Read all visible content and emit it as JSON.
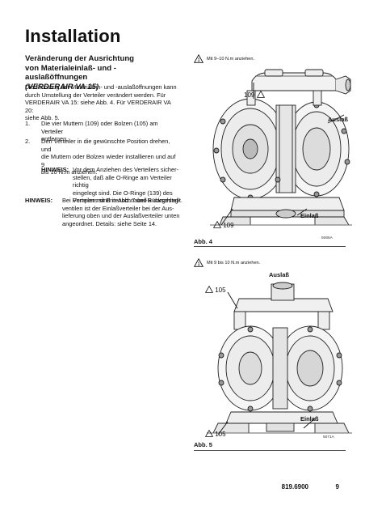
{
  "title": "Installation",
  "subhead": {
    "line1": "Veränderung der Ausrichtung",
    "line2": "von Materialeinlaß- und -auslaßöffnungen",
    "line3": "(VERDERAIR VA 15)"
  },
  "intro": {
    "line1": "Die Richtung der Materialein- und -auslaßöffnungen kann",
    "line2": "durch Umstellung der Verteiler verändert werden. Für",
    "line3": "VERDERAIR VA 15: siehe Abb. 4. Für VERDERAIR VA 20:",
    "line4": "siehe Abb. 5."
  },
  "steps": [
    {
      "num": "1.",
      "line1": "Die vier Muttern (109) oder Bolzen (105) am Verteiler",
      "line2": "entfernen."
    },
    {
      "num": "2.",
      "line1": "Den Verteiler in die gewünschte Position drehen, und",
      "line2": "die Muttern oder Bolzen wieder installieren und auf 9",
      "line3": "bis 10 N.m anziehen."
    }
  ],
  "notes": [
    {
      "label": "HINWEIS:",
      "lines": [
        "Vor dem Anziehen des Verteilers sicher-",
        "stellen, daß alle O-Ringe am Verteiler richtig",
        "eingelegt sind. Die O-Ringe (139) des",
        "Verteilers sind in Abb. 7 und 8 dargestellt."
      ]
    },
    {
      "label": "HINWEIS:",
      "lines": [
        "Bei Pumpen mit Entenschnabel-Rückschlag-",
        "ventilen ist der Einlaßverteiler bei der Aus-",
        "lieferung oben und der Auslaßverteiler unten",
        "angeordnet. Details: siehe Seite 14."
      ]
    }
  ],
  "fig4": {
    "warning": "Mit 9–10 N.m anziehen.",
    "warning_symbol": "1",
    "callout_top": "109",
    "callout_bottom": "109",
    "outlet": "Auslaß",
    "inlet": "Einlaß",
    "label": "Abb. 4",
    "code": "5065A"
  },
  "fig5": {
    "warning": "Mit 9 bis 10 N.m anziehen.",
    "warning_symbol": "1",
    "callout_top": "105",
    "callout_bottom": "105",
    "outlet": "Auslaß",
    "inlet": "Einlaß",
    "label": "Abb. 5",
    "code": "5071A"
  },
  "footer": {
    "doc": "819.6900",
    "page": "9"
  }
}
